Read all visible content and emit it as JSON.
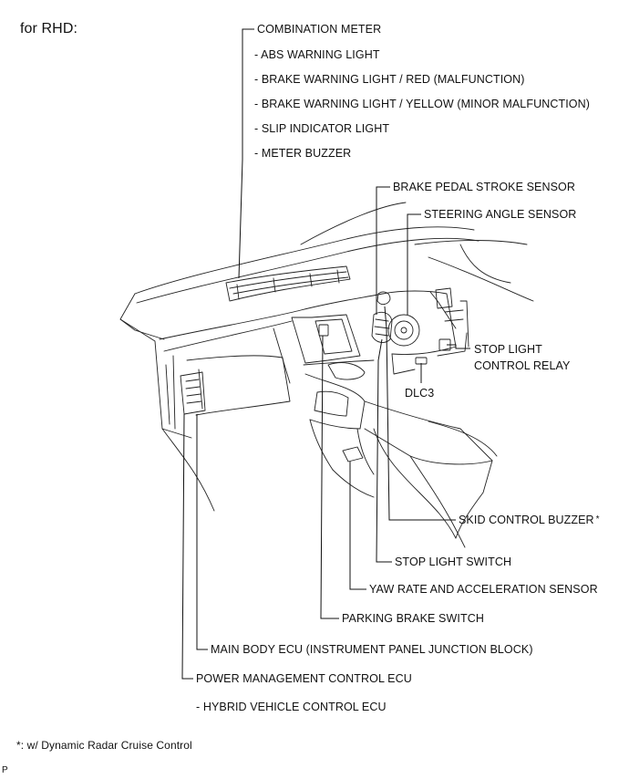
{
  "header": {
    "title": "for RHD:"
  },
  "labels": {
    "combination_meter": "COMBINATION METER",
    "abs_warning": "- ABS WARNING LIGHT",
    "brake_warning_red": "- BRAKE WARNING LIGHT / RED (MALFUNCTION)",
    "brake_warning_yellow": "- BRAKE WARNING LIGHT / YELLOW (MINOR MALFUNCTION)",
    "slip_indicator": "- SLIP INDICATOR LIGHT",
    "meter_buzzer": "- METER BUZZER",
    "brake_pedal_stroke": "BRAKE PEDAL STROKE SENSOR",
    "steering_angle": "STEERING ANGLE SENSOR",
    "stop_light_relay_1": "STOP LIGHT",
    "stop_light_relay_2": "CONTROL RELAY",
    "dlc3": "DLC3",
    "skid_buzzer": "SKID CONTROL BUZZER",
    "skid_buzzer_mark": "*",
    "stop_light_switch": "STOP LIGHT SWITCH",
    "yaw_rate": "YAW RATE AND ACCELERATION SENSOR",
    "parking_brake": "PARKING BRAKE SWITCH",
    "main_body_ecu": "MAIN BODY ECU (INSTRUMENT PANEL JUNCTION BLOCK)",
    "power_mgmt": "POWER MANAGEMENT CONTROL ECU",
    "hybrid_ecu": "- HYBRID VEHICLE CONTROL ECU"
  },
  "footnote": {
    "text": "*: w/ Dynamic Radar Cruise Control"
  },
  "corner_mark": {
    "text": "P"
  }
}
